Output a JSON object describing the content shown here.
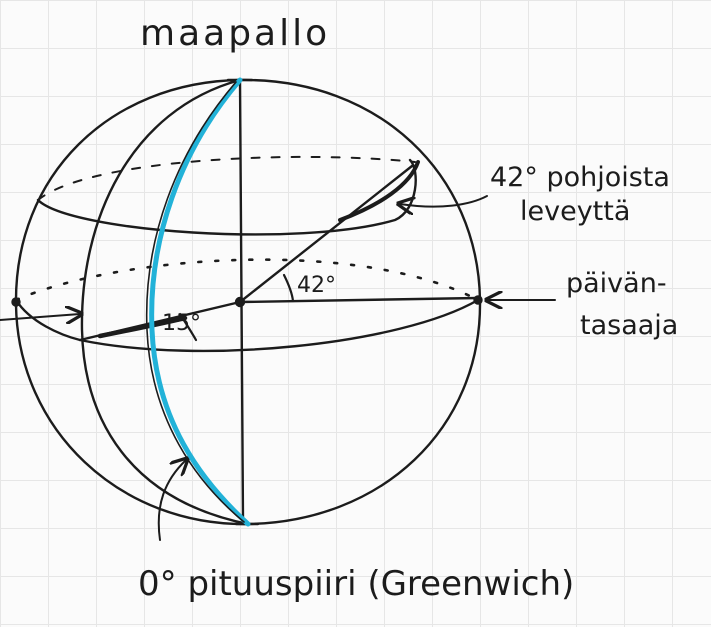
{
  "labels": {
    "title": "maapallo",
    "latitude_line1": "42° pohjoista",
    "latitude_line2": "leveyttä",
    "equator_line1": "päivän-",
    "equator_line2": "tasaaja",
    "angle_latitude": "42°",
    "angle_longitude": "15°",
    "meridian_caption": "0° pituuspiiri (Greenwich)"
  },
  "colors": {
    "ink": "#1c1c1c",
    "prime_meridian": "#22b2d8",
    "grid": "#e6e6e6"
  }
}
